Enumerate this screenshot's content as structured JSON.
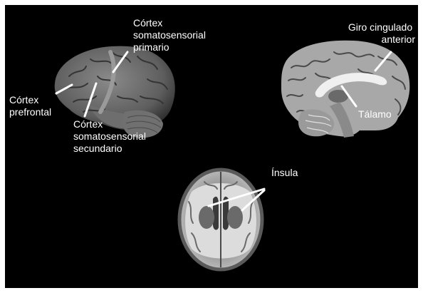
{
  "labels": {
    "primary_somatosensory": [
      "Córtex",
      "somatosensorial",
      "primario"
    ],
    "prefrontal": [
      "Córtex",
      "prefrontal"
    ],
    "secondary_somatosensory": [
      "Córtex",
      "somatosensorial",
      "secundario"
    ],
    "anterior_cingulate": [
      "Giro cingulado",
      "anterior"
    ],
    "thalamus": [
      "Tálamo"
    ],
    "insula": [
      "Ínsula"
    ]
  },
  "colors": {
    "background": "#000000",
    "frame": "#ffffff",
    "label_text": "#ffffff",
    "pointer": "#ffffff",
    "tissue_light": "#b8b8b8",
    "tissue_mid": "#7a7a7a",
    "tissue_dark": "#3a3a3a",
    "white_matter": "#e6e6e6"
  }
}
